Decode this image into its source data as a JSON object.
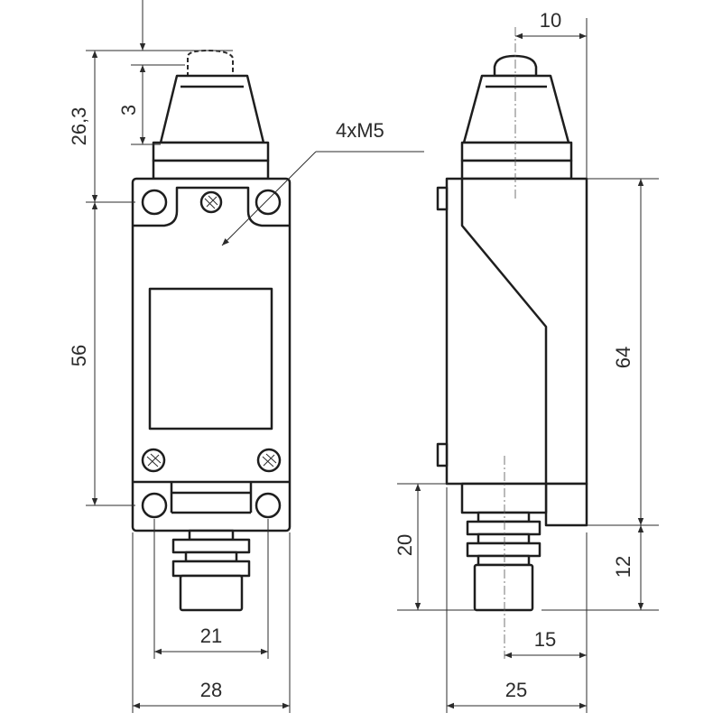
{
  "dimensions": {
    "top_offset": "26,3",
    "plunger_travel": "3",
    "thread": "4xM5",
    "mount_vertical": "56",
    "mount_horizontal": "21",
    "front_width": "28",
    "side_top_width": "10",
    "side_body_height": "64",
    "bottom_plunger_height": "20",
    "bottom_box_height": "12",
    "bottom_plunger_width": "15",
    "side_width": "25"
  }
}
